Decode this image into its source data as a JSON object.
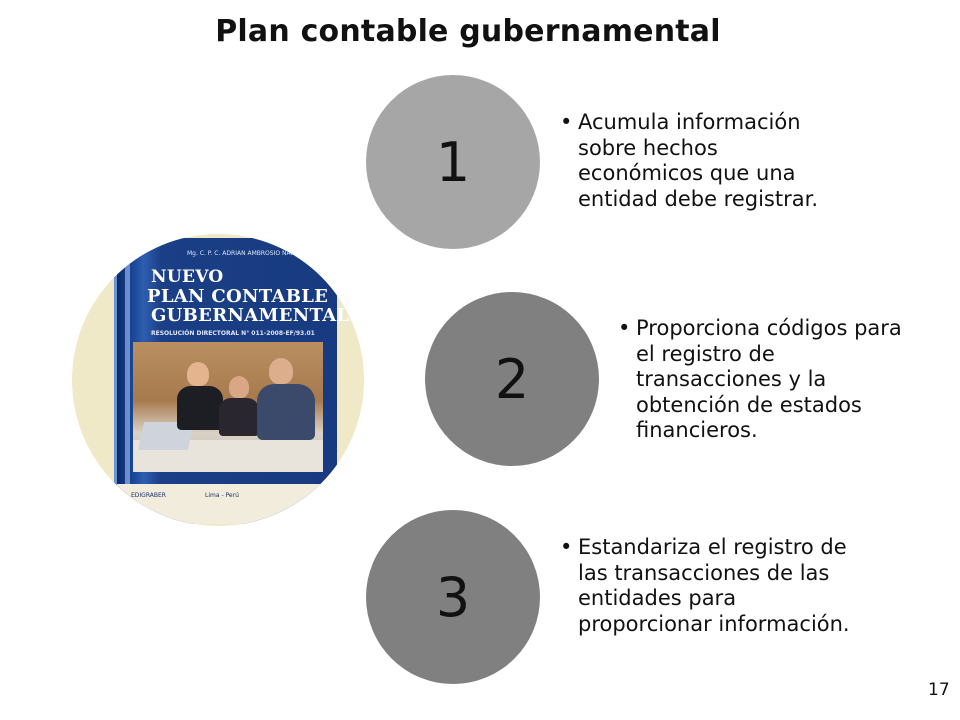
{
  "title": "Plan contable gubernamental",
  "book": {
    "author": "Mg. C. P. C. ADRIAN AMBROSIO NARVAEZ",
    "title_lines": [
      "NUEVO",
      "PLAN CONTABLE",
      "GUBERNAMENTAL"
    ],
    "resolution": "RESOLUCIÓN DIRECTORAL N° 011-2008-EF/93.01",
    "publisher": "EDIGRABER",
    "city": "Lima - Perú"
  },
  "items": [
    {
      "number": "1",
      "text": "Acumula información sobre hechos económicos que una entidad debe registrar."
    },
    {
      "number": "2",
      "text": "Proporciona códigos para el registro de transacciones y la obtención de estados financieros."
    },
    {
      "number": "3",
      "text": "Estandariza el registro de las transacciones de las entidades para proporcionar información."
    }
  ],
  "page_number": "17",
  "colors": {
    "circle_light": "#a6a6a6",
    "circle_dark": "#808080",
    "book_blue": "#173a80"
  }
}
